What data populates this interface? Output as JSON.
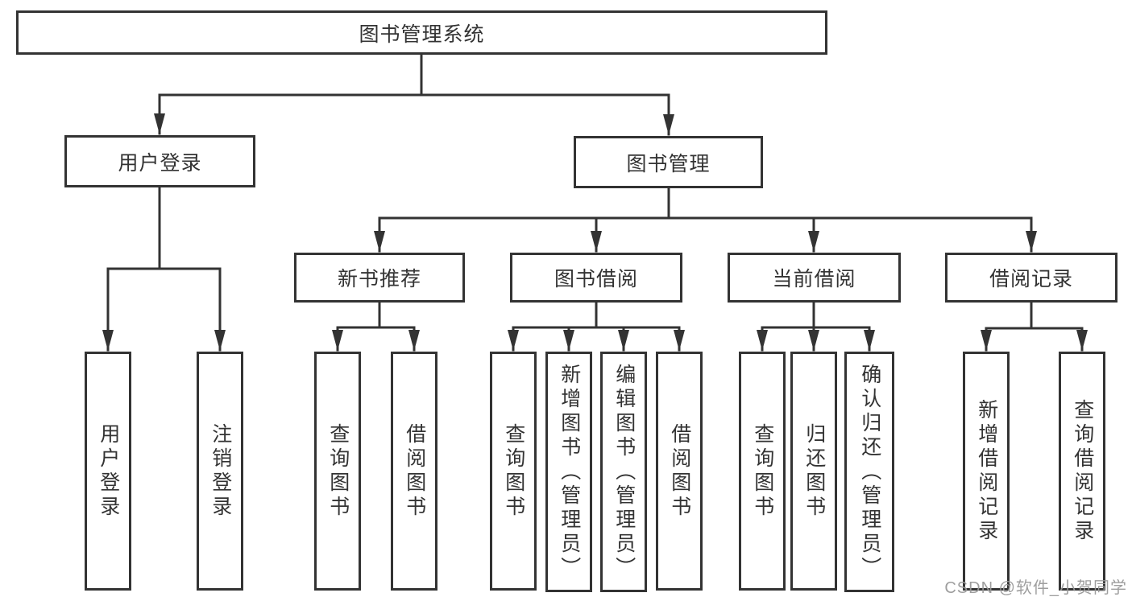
{
  "page": {
    "background_color": "#ffffff",
    "line_color": "#333333",
    "text_color": "#333333"
  },
  "watermark": {
    "text": "CSDN @软件_小贺同学",
    "color": "#999999"
  },
  "tree": {
    "root": {
      "label": "图书管理系统"
    },
    "branches": [
      {
        "label": "用户登录",
        "children": [
          {
            "label": "用户登录"
          },
          {
            "label": "注销登录"
          }
        ]
      },
      {
        "label": "图书管理",
        "groups": [
          {
            "label": "新书推荐",
            "children": [
              {
                "label": "查询图书"
              },
              {
                "label": "借阅图书"
              }
            ]
          },
          {
            "label": "图书借阅",
            "children": [
              {
                "label": "查询图书"
              },
              {
                "label": "新增图书（管理员）"
              },
              {
                "label": "编辑图书（管理员）"
              },
              {
                "label": "借阅图书"
              }
            ]
          },
          {
            "label": "当前借阅",
            "children": [
              {
                "label": "查询图书"
              },
              {
                "label": "归还图书"
              },
              {
                "label": "确认归还（管理员）"
              }
            ]
          },
          {
            "label": "借阅记录",
            "children": [
              {
                "label": "新增借阅记录"
              },
              {
                "label": "查询借阅记录"
              }
            ]
          }
        ]
      }
    ]
  }
}
